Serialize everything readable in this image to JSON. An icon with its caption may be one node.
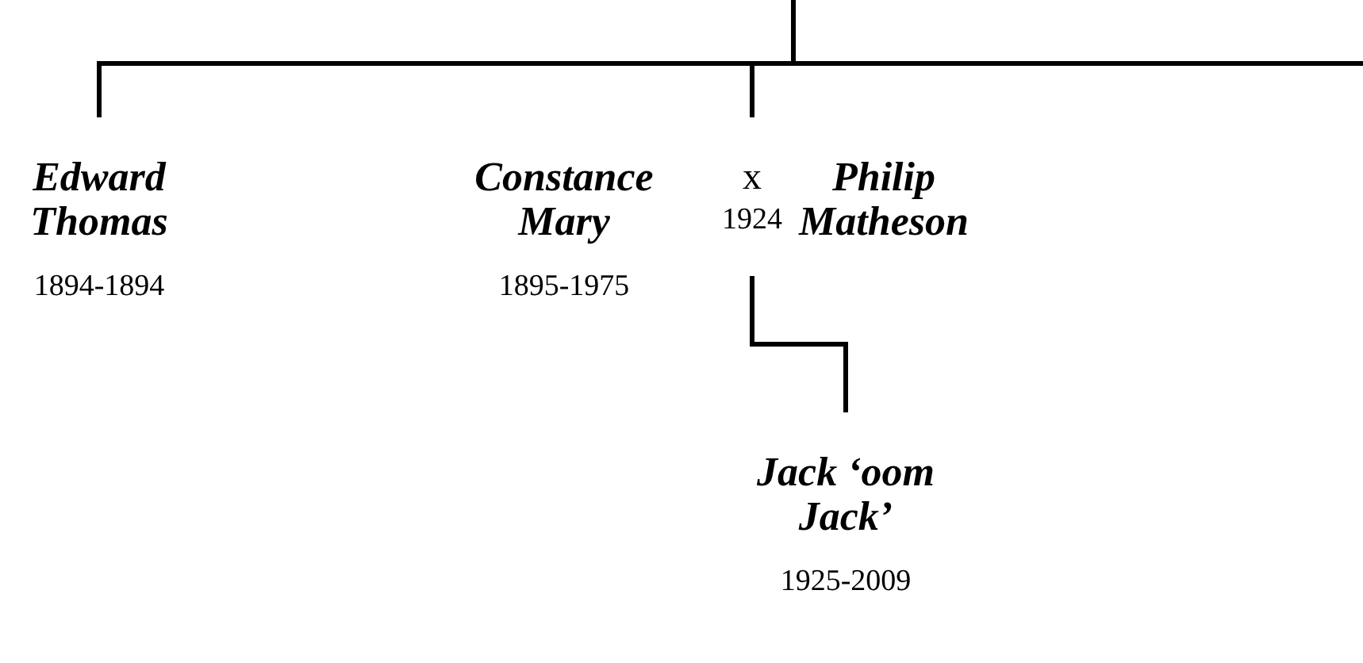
{
  "diagram": {
    "nodes": [
      {
        "text": [
          "Edward Thomas",
          "1894-1894"
        ]
      },
      {
        "text": [
          "Constance Mary",
          "1895-1975"
        ]
      },
      {
        "text": [
          "x",
          "1924"
        ]
      },
      {
        "text": [
          "Philip Matheson"
        ]
      },
      {
        "text": [
          "Jack ‘oom Jack’",
          "1925-2009"
        ]
      }
    ],
    "edges": [
      {
        "from": null,
        "to": 0,
        "arrow": "none"
      },
      {
        "from": null,
        "to": 2,
        "arrow": "none"
      },
      {
        "from": 2,
        "to": 4,
        "arrow": "none"
      }
    ]
  }
}
